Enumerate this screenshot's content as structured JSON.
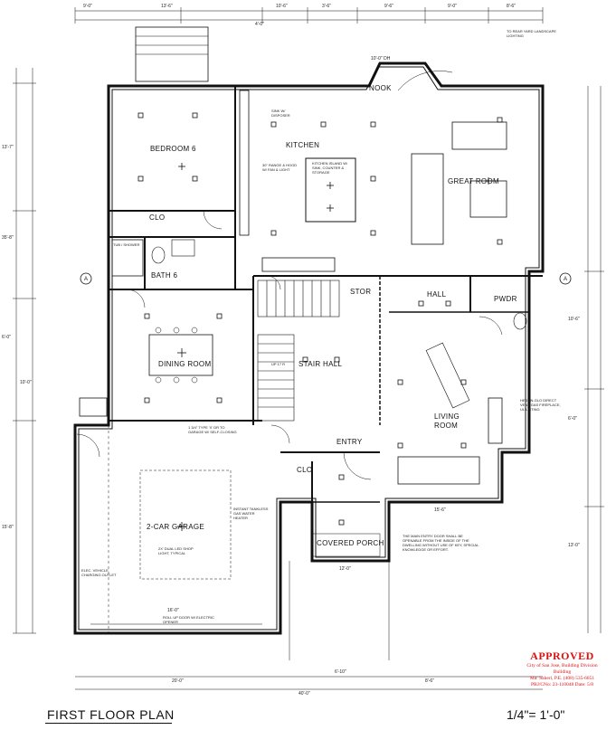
{
  "title": "FIRST FLOOR PLAN",
  "scale": "1/4\"= 1'-0\"",
  "rooms": {
    "bedroom": "BEDROOM 6",
    "kitchen": "KITCHEN",
    "nook": "NOOK",
    "great_room": "GREAT ROOM",
    "closet_bed": "CLO",
    "bath": "BATH 6",
    "hall": "HALL",
    "stor": "STOR",
    "powder": "PWDR",
    "dining": "DINING ROOM",
    "stair_hall": "STAIR HALL",
    "living": "LIVING ROOM",
    "entry": "ENTRY",
    "closet_entry": "CLO",
    "garage": "2-CAR GARAGE",
    "porch": "COVERED PORCH"
  },
  "notes": {
    "landscape": "TO REAR YARD LANDSCAPE LIGHTING",
    "island": "KITCHEN ISLAND W/ SINK, COUNTER & STORAGE",
    "range": "30\" RANGE & HOOD W/ FAN & LIGHT",
    "disposer": "SINK W/ DISPOSER",
    "fireplace": "HEAT-N-GLO DIRECT VENT GAS FIREPLACE, UL LISTING",
    "entry_door": "THE MAIN ENTRY DOOR SHALL BE OPENABLE FROM THE INSIDE OF THE DWELLING WITHOUT USE OF KEY, SPECIAL KNOWLEDGE OR EFFORT.",
    "garage_door": "ROLL UP DOOR W/ ELECTRIC OPENER",
    "ev": "ELEC. VEHICLE CHARGING OUTLET",
    "water_heater": "INSTANT TANKLESS GAS WATER HEATER",
    "garage_lights": "2X' DUAL LED SHOP LIGHT, TYPICAL",
    "tub": "TUB / SHOWER",
    "door_note": "1 3/4\" TYPE 'X' DR TO GARAGE W/ SELF-CLOSING",
    "stairs": "UP 17 R"
  },
  "dims": {
    "top_a": "9'-0\"",
    "top_b": "13'-6\"",
    "top_c": "10'-6\"",
    "top_d": "3'-6\"",
    "top_e": "9'-6\"",
    "top_f": "9'-0\"",
    "top_g": "8'-6\"",
    "top_h": "4'-0\"",
    "nook_width": "10'-0\" DH",
    "left_a": "13'-7\"",
    "left_b": "35'-8\"",
    "left_c": "6'-0\"",
    "left_d": "15'-8\"",
    "left_e": "10'-0\"",
    "right_a": "10'-6\"",
    "right_b": "6'-0\"",
    "right_c": "13'-0\"",
    "bottom_total": "40'-0\"",
    "bottom_a": "20'-0\"",
    "bottom_b": "6'-10\"",
    "bottom_c": "8'-6\"",
    "garage_door_w": "16'-0\"",
    "porch_w": "12'-0\"",
    "living_w": "15'-6\""
  },
  "stamp": {
    "approved": "APPROVED",
    "city": "City of San Jose, Building Division",
    "dept": "Building",
    "reviewer": "Ma: Saheri, P.E. (408) 535-6851",
    "permit": "PRJ/CNo:  23-110048          Date: 5/8"
  },
  "colors": {
    "line": "#111111",
    "stamp": "#dd1111"
  }
}
